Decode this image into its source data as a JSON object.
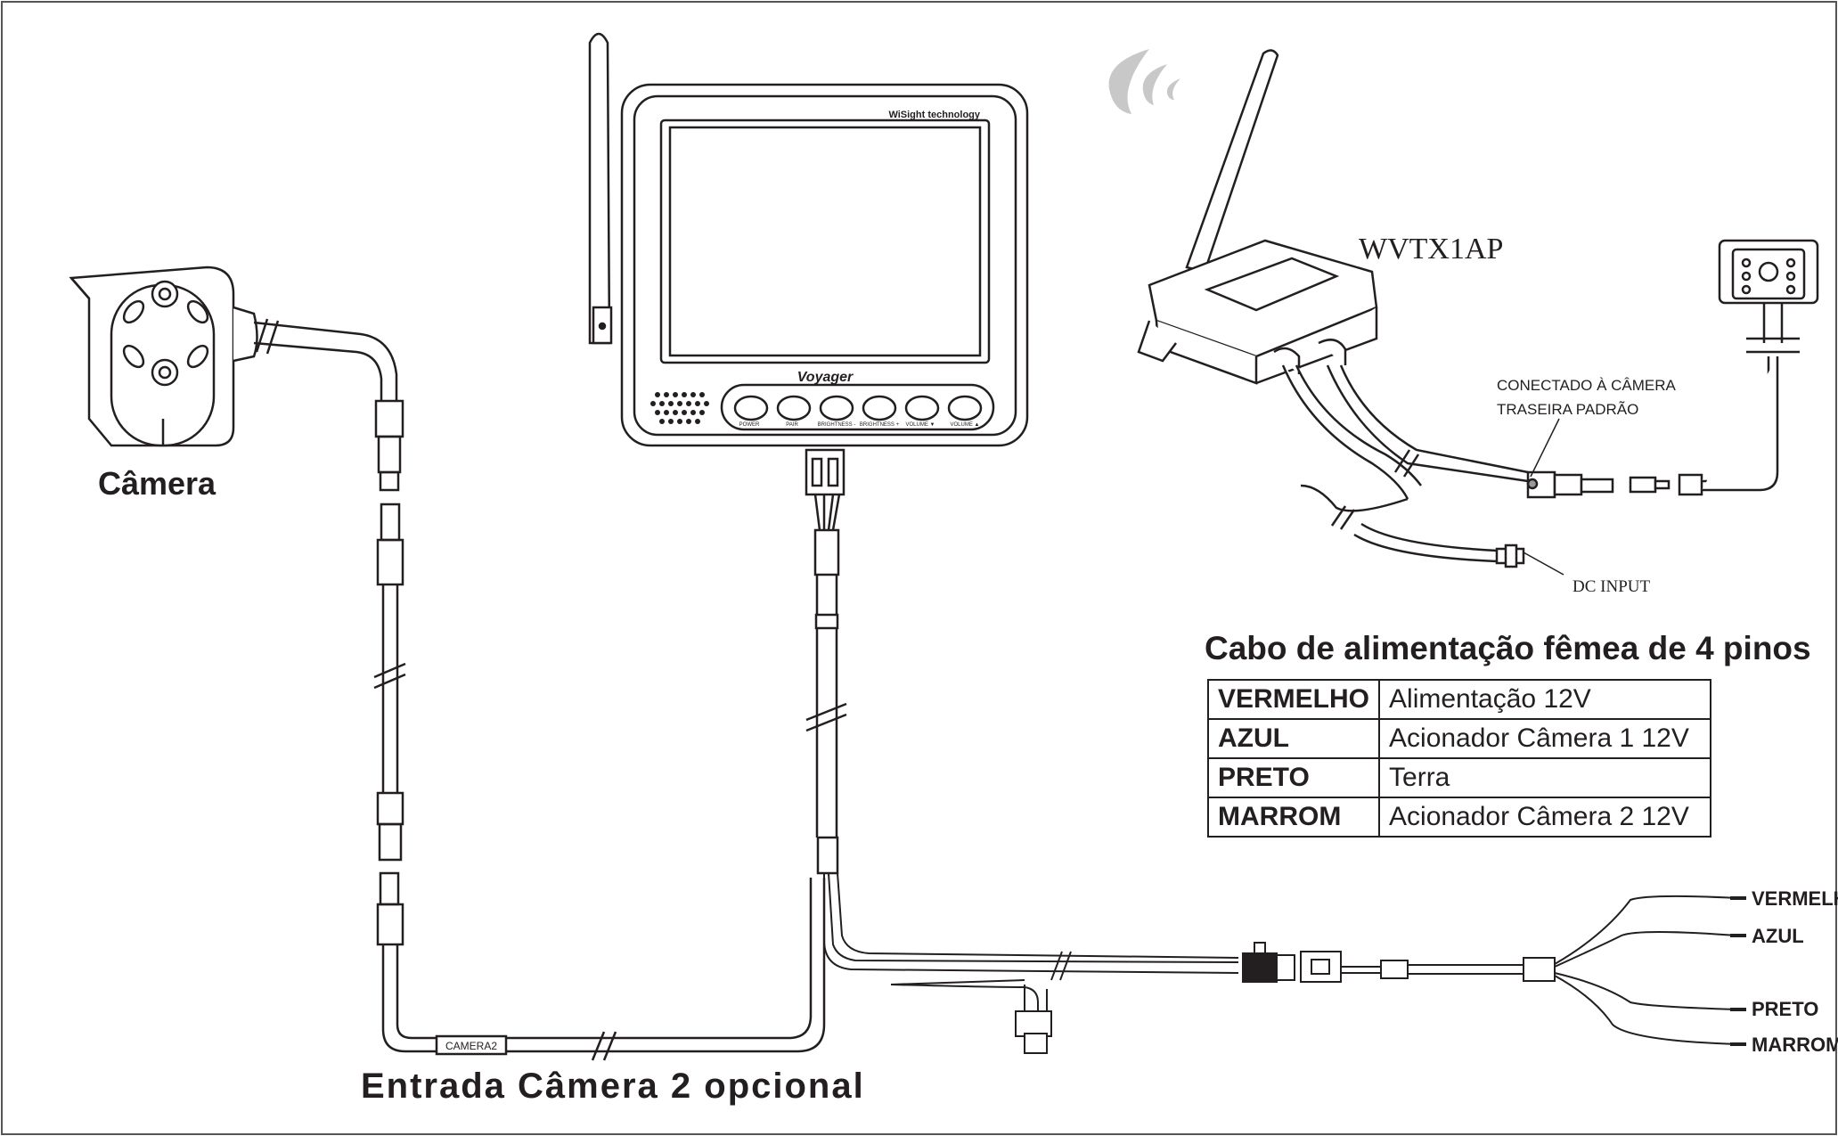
{
  "labels": {
    "camera": "Câmera",
    "camera2_input": "Entrada Câmera 2 opcional",
    "camera2_tag": "CAMERA2",
    "transmitter_model": "WVTX1AP",
    "connected_line1": "CONECTADO À CÂMERA",
    "connected_line2": "TRASEIRA PADRÃO",
    "dc_input": "DC INPUT",
    "table_title": "Cabo de alimentação fêmea de 4 pinos"
  },
  "monitor": {
    "brand": "Voyager",
    "logo": "WiSight technology",
    "buttons": [
      "POWER",
      "PAIR",
      "BRIGHTNESS -",
      "BRIGHTNESS +",
      "VOLUME ▼",
      "VOLUME ▲"
    ]
  },
  "pin_table": [
    {
      "color": "VERMELHO",
      "function": "Alimentação 12V"
    },
    {
      "color": "AZUL",
      "function": "Acionador Câmera 1 12V"
    },
    {
      "color": "PRETO",
      "function": "Terra"
    },
    {
      "color": "MARROM",
      "function": "Acionador Câmera 2 12V"
    }
  ],
  "wire_labels": [
    "VERMELHO",
    "AZUL",
    "PRETO",
    "MARROM"
  ]
}
